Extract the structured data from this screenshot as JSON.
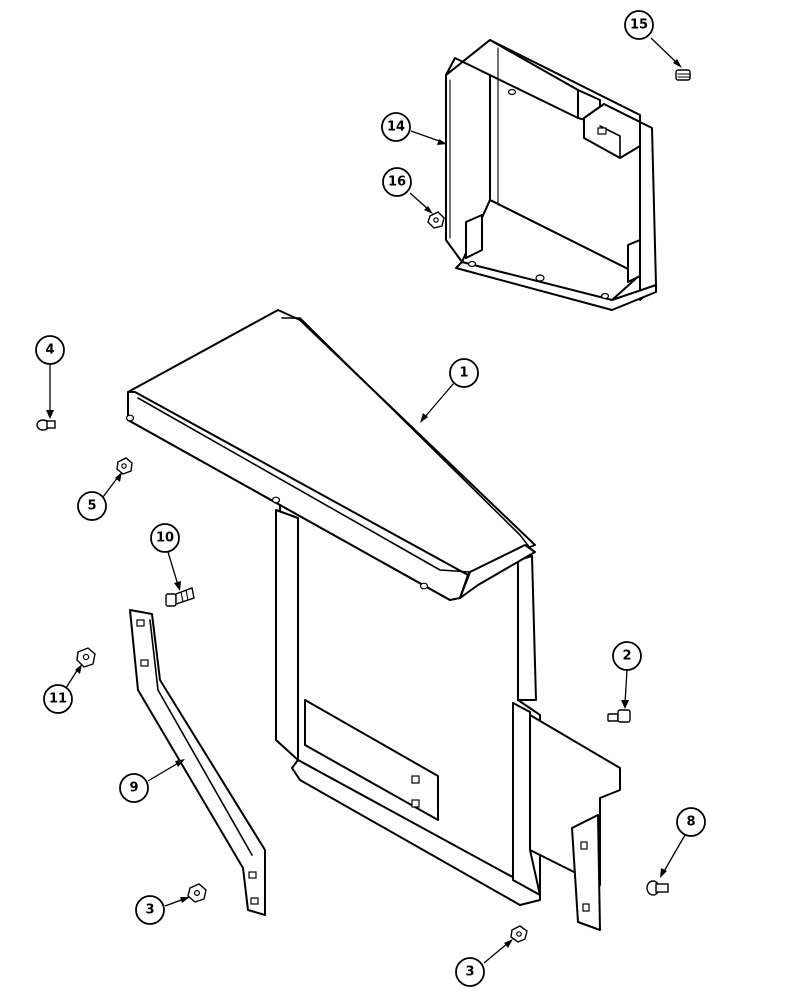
{
  "callouts": [
    {
      "id": "c15",
      "label": "15"
    },
    {
      "id": "c14",
      "label": "14"
    },
    {
      "id": "c16",
      "label": "16"
    },
    {
      "id": "c4",
      "label": "4"
    },
    {
      "id": "c1",
      "label": "1"
    },
    {
      "id": "c5",
      "label": "5"
    },
    {
      "id": "c10",
      "label": "10"
    },
    {
      "id": "c2",
      "label": "2"
    },
    {
      "id": "c11",
      "label": "11"
    },
    {
      "id": "c9",
      "label": "9"
    },
    {
      "id": "c8",
      "label": "8"
    },
    {
      "id": "c3a",
      "label": "3"
    },
    {
      "id": "c3b",
      "label": "3"
    }
  ]
}
